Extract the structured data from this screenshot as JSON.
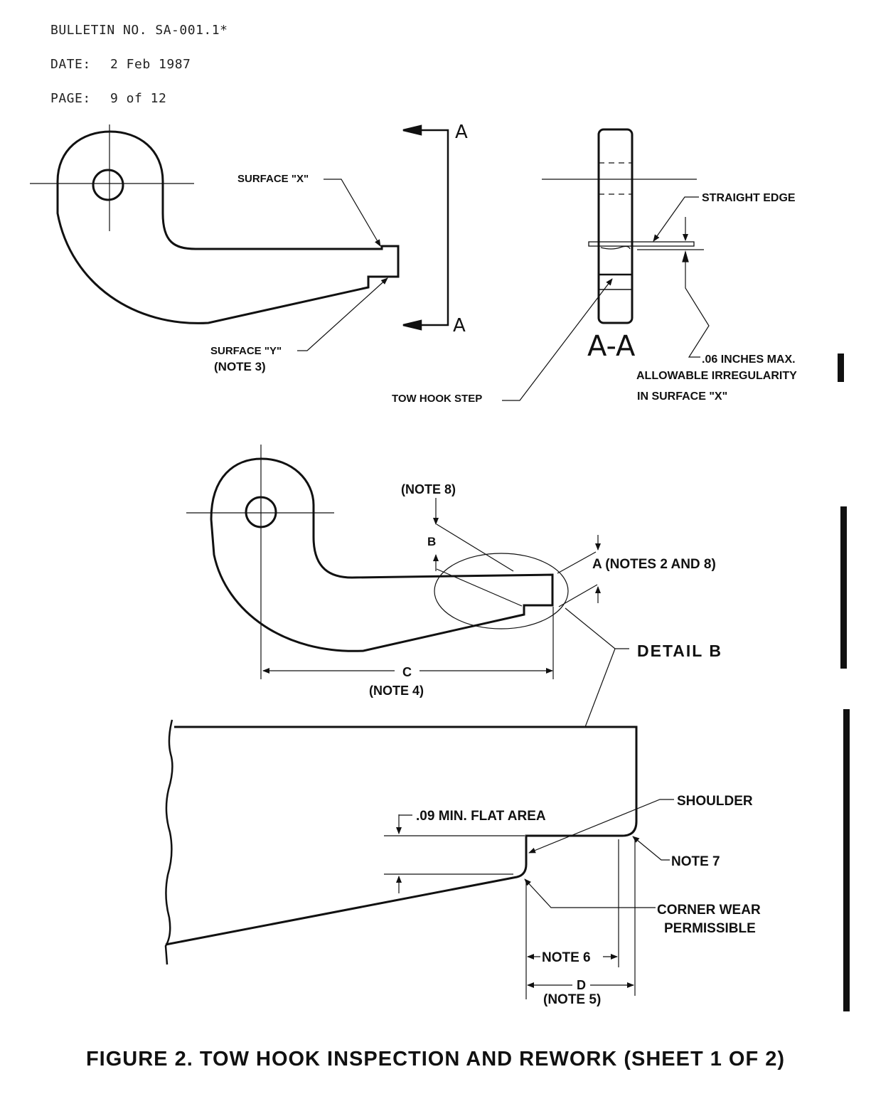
{
  "header": {
    "bulletin": "BULLETIN NO. SA-001.1*",
    "date_label": "DATE:",
    "date_value": "2 Feb 1987",
    "page_label": "PAGE:",
    "page_value": "9 of 12"
  },
  "top_view": {
    "surface_x": "SURFACE \"X\"",
    "surface_y": "SURFACE \"Y\"",
    "note3": "(NOTE 3)",
    "section_mark_top": "A",
    "section_mark_bottom": "A"
  },
  "section_view": {
    "title": "A-A",
    "straight_edge": "STRAIGHT EDGE",
    "tow_hook_step": "TOW HOOK STEP",
    "irregularity_line1": ".06 INCHES MAX.",
    "irregularity_line2": "ALLOWABLE IRREGULARITY",
    "irregularity_line3": "IN SURFACE \"X\""
  },
  "middle_view": {
    "note8": "(NOTE 8)",
    "dim_b": "B",
    "dim_a": "A (NOTES 2 AND 8)",
    "dim_c": "C",
    "note4": "(NOTE 4)",
    "detail_b": "DETAIL B"
  },
  "detail_view": {
    "flat_area": ".09 MIN. FLAT AREA",
    "shoulder": "SHOULDER",
    "note7": "NOTE 7",
    "corner_wear_1": "CORNER WEAR",
    "corner_wear_2": "PERMISSIBLE",
    "note6": "NOTE 6",
    "dim_d": "D",
    "note5": "(NOTE 5)"
  },
  "caption": "FIGURE 2. TOW HOOK INSPECTION AND REWORK (SHEET 1 OF 2)",
  "colors": {
    "ink": "#111111",
    "paper": "#ffffff"
  }
}
